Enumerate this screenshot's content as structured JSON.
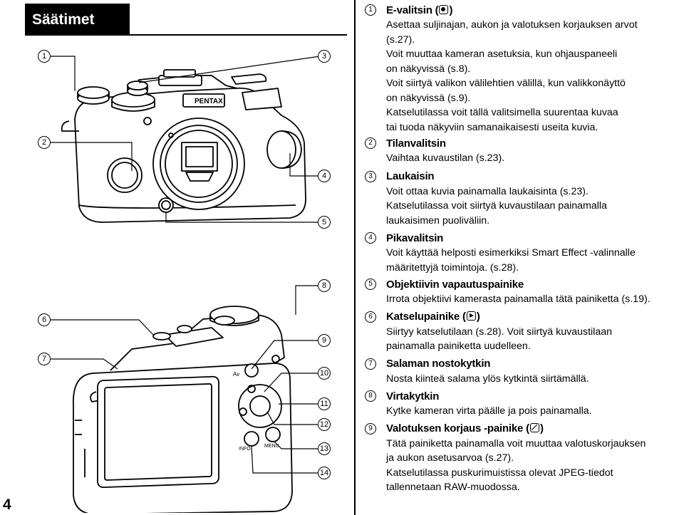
{
  "page": {
    "title": "Säätimet",
    "page_number": "4"
  },
  "callouts_front": [
    "1",
    "2",
    "3",
    "4",
    "5"
  ],
  "callouts_back": [
    "6",
    "7",
    "8",
    "9",
    "10",
    "11",
    "12",
    "13",
    "14"
  ],
  "camera_labels": {
    "brand": "PENTAX",
    "av": "Av",
    "info": "INFO",
    "menu": "MENU"
  },
  "entries": [
    {
      "num": "1",
      "title": "E-valitsin (",
      "icon": "e-dial-icon",
      "title_end": ")",
      "lines": [
        "Asettaa suljinajan, aukon ja valotuksen korjauksen arvot",
        "(s.27).",
        "Voit muuttaa kameran asetuksia, kun ohjauspaneeli",
        "on näkyvissä (s.8).",
        "Voit siirtyä valikon välilehtien välillä, kun valikkonäyttö",
        "on näkyvissä (s.9).",
        "Katselutilassa voit tällä valitsimella suurentaa kuvaa",
        "tai tuoda näkyviin samanaikaisesti useita kuvia."
      ]
    },
    {
      "num": "2",
      "title": "Tilanvalitsin",
      "lines": [
        "Vaihtaa kuvaustilan (s.23)."
      ]
    },
    {
      "num": "3",
      "title": "Laukaisin",
      "lines": [
        "Voit ottaa kuvia painamalla laukaisinta (s.23).",
        "Katselutilassa voit siirtyä kuvaustilaan painamalla",
        "laukaisimen puoliväliin."
      ]
    },
    {
      "num": "4",
      "title": "Pikavalitsin",
      "lines": [
        "Voit käyttää helposti esimerkiksi Smart Effect -valinnalle",
        "määritettyjä toimintoja. (s.28)."
      ]
    },
    {
      "num": "5",
      "title": "Objektiivin vapautuspainike",
      "lines": [
        "Irrota objektiivi kamerasta painamalla tätä painiketta (s.19)."
      ]
    },
    {
      "num": "6",
      "title": "Katselupainike (",
      "icon": "playback-icon",
      "title_end": ")",
      "lines": [
        "Siirtyy katselutilaan (s.28). Voit siirtyä kuvaustilaan",
        "painamalla painiketta uudelleen."
      ]
    },
    {
      "num": "7",
      "title": "Salaman nostokytkin",
      "lines": [
        "Nosta kiinteä salama ylös kytkintä siirtämällä."
      ]
    },
    {
      "num": "8",
      "title": "Virtakytkin",
      "lines": [
        "Kytke kameran virta päälle ja pois painamalla."
      ]
    },
    {
      "num": "9",
      "title": "Valotuksen korjaus -painike (",
      "icon": "exposure-compensation-icon",
      "title_end": ")",
      "lines": [
        "Tätä painiketta painamalla voit muuttaa valotuskorjauksen",
        "ja aukon asetusarvoa (s.27).",
        "Katselutilassa puskurimuistissa olevat JPEG-tiedot",
        "tallennetaan RAW-muodossa."
      ]
    }
  ]
}
